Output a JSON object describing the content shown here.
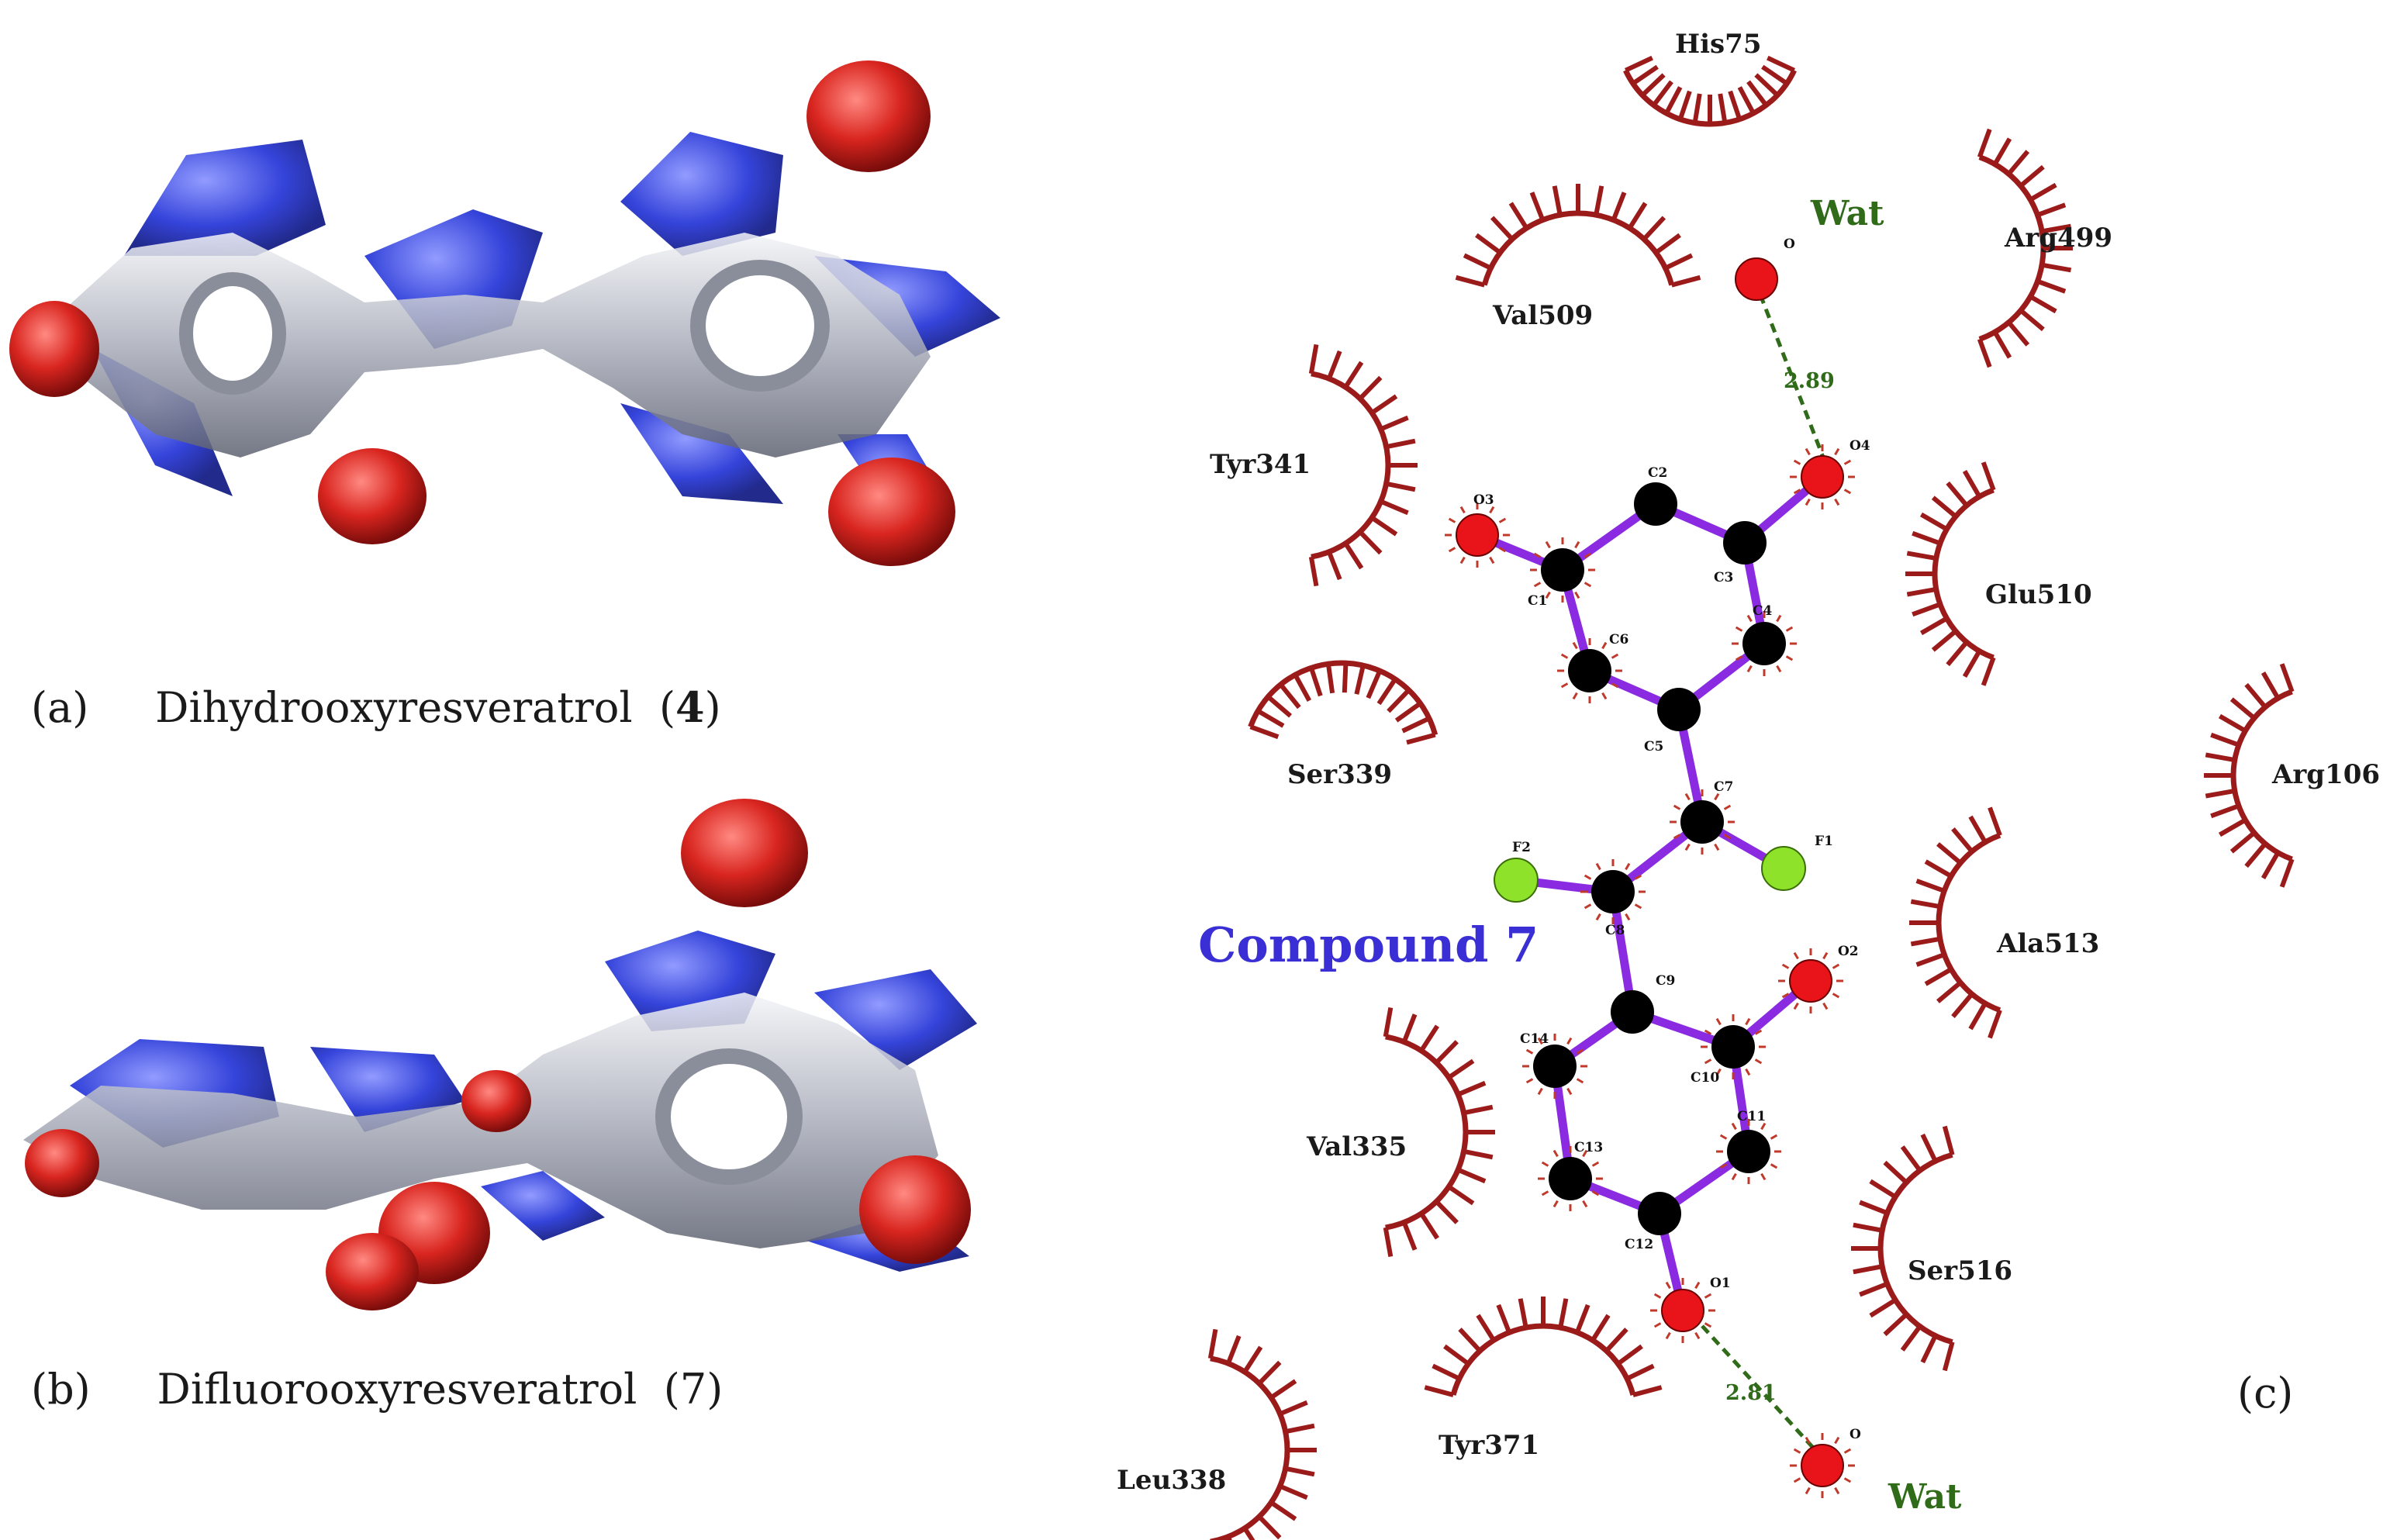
{
  "panel_a": {
    "letter": "(a)",
    "name": "Dihydrooxyresveratrol",
    "number": "4"
  },
  "panel_b": {
    "letter": "(b)",
    "name": "Difluorooxyresveratrol",
    "number": "7"
  },
  "panel_c": {
    "letter": "(c)",
    "compound_label": "Compound 7",
    "residues": [
      "His75",
      "Arg499",
      "Val509",
      "Tyr341",
      "Glu510",
      "Ser339",
      "Arg106",
      "Ala513",
      "Val335",
      "Ser516",
      "Tyr371",
      "Leu338"
    ],
    "water_label_top": "Wat",
    "water_label_bottom": "Wat",
    "hbond_top": "2.89",
    "hbond_bottom": "2.81",
    "atoms": {
      "O3": "O3",
      "O4": "O4",
      "C1": "C1",
      "C2": "C2",
      "C3": "C3",
      "C4": "C4",
      "C5": "C5",
      "C6": "C6",
      "C7": "C7",
      "C8": "C8",
      "C9": "C9",
      "C10": "C10",
      "C11": "C11",
      "C12": "C12",
      "C13": "C13",
      "C14": "C14",
      "F1": "F1",
      "F2": "F2",
      "O1": "O1",
      "O2": "O2",
      "Ow_top": "O",
      "Ow_bottom": "O"
    }
  },
  "colors": {
    "oxygen": "#e8141a",
    "carbon": "#000000",
    "fluorine": "#8ee22a",
    "bond": "#8a2be2",
    "residue_arc": "#9b1b1b",
    "hbond": "#2f6b18",
    "compound_label": "#3a2fd4",
    "mesh_blue": "#2a3ad8",
    "mesh_red": "#d9251f",
    "mesh_gray": "#b8bcc8"
  }
}
